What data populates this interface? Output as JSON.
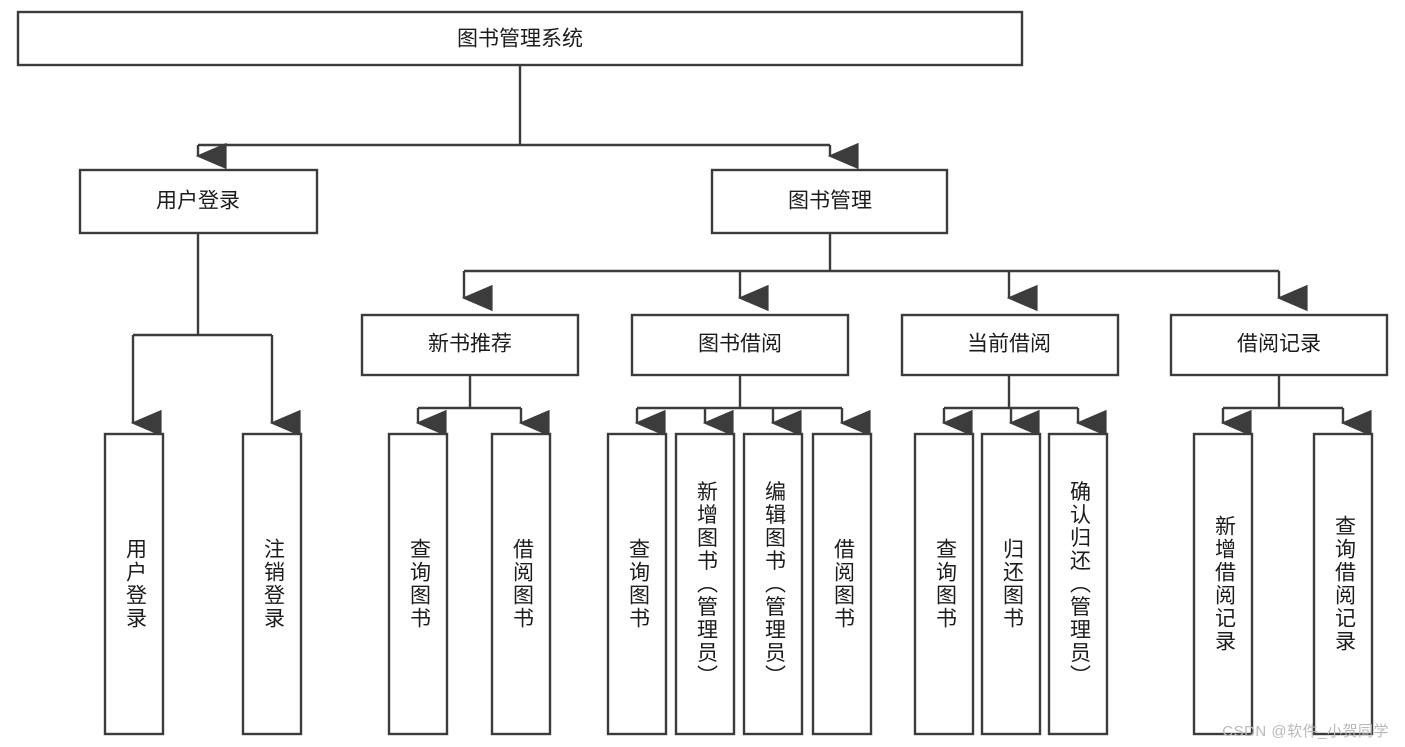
{
  "diagram": {
    "type": "tree-hierarchy",
    "title": "图书管理系统",
    "watermark": "CSDN @软件_小贺同学",
    "colors": {
      "box_stroke": "#3c3c3c",
      "box_fill": "#ffffff",
      "text": "#1c1c1c",
      "connector": "#3c3c3c",
      "background": "#ffffff",
      "watermark": "#b9b9b9"
    },
    "levels": {
      "root": {
        "label": "图书管理系统"
      },
      "level2": [
        {
          "id": "user-login",
          "label": "用户登录"
        },
        {
          "id": "book-management",
          "label": "图书管理"
        }
      ],
      "level3": [
        {
          "id": "new-book-recommend",
          "label": "新书推荐",
          "parent": "book-management"
        },
        {
          "id": "book-borrow",
          "label": "图书借阅",
          "parent": "book-management"
        },
        {
          "id": "current-borrow",
          "label": "当前借阅",
          "parent": "book-management"
        },
        {
          "id": "borrow-record",
          "label": "借阅记录",
          "parent": "book-management"
        }
      ],
      "leaves": [
        {
          "id": "leaf-user-login",
          "label": "用户登录",
          "parent": "user-login"
        },
        {
          "id": "leaf-logout",
          "label": "注销登录",
          "parent": "user-login"
        },
        {
          "id": "leaf-query-book-1",
          "label": "查询图书",
          "parent": "new-book-recommend"
        },
        {
          "id": "leaf-borrow-book-1",
          "label": "借阅图书",
          "parent": "new-book-recommend"
        },
        {
          "id": "leaf-query-book-2",
          "label": "查询图书",
          "parent": "book-borrow"
        },
        {
          "id": "leaf-add-book",
          "label": "新增图书（管理员）",
          "parent": "book-borrow"
        },
        {
          "id": "leaf-edit-book",
          "label": "编辑图书（管理员）",
          "parent": "book-borrow"
        },
        {
          "id": "leaf-borrow-book-2",
          "label": "借阅图书",
          "parent": "book-borrow"
        },
        {
          "id": "leaf-query-book-3",
          "label": "查询图书",
          "parent": "current-borrow"
        },
        {
          "id": "leaf-return-book",
          "label": "归还图书",
          "parent": "current-borrow"
        },
        {
          "id": "leaf-confirm-return",
          "label": "确认归还（管理员）",
          "parent": "current-borrow"
        },
        {
          "id": "leaf-add-record",
          "label": "新增借阅记录",
          "parent": "borrow-record"
        },
        {
          "id": "leaf-query-record",
          "label": "查询借阅记录",
          "parent": "borrow-record"
        }
      ]
    }
  }
}
